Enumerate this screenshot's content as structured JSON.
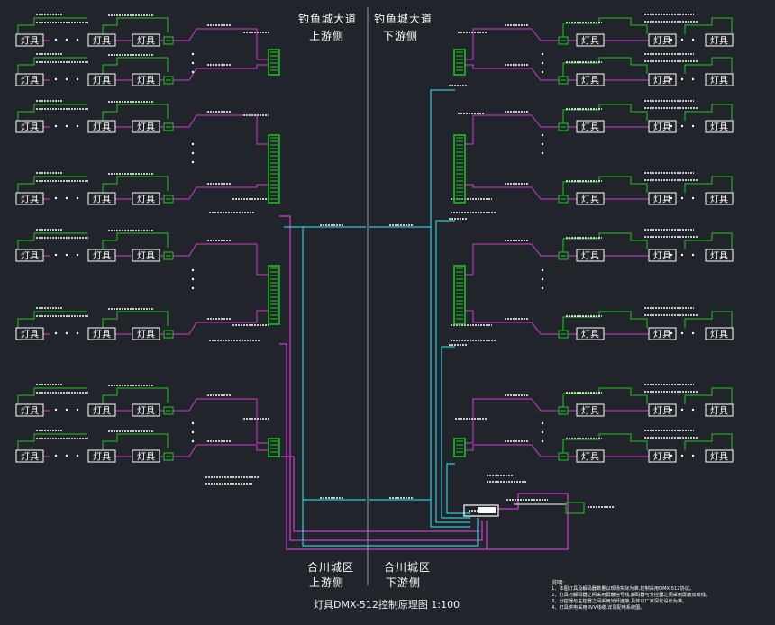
{
  "roads": {
    "top_left_line1": "钓鱼城大道",
    "top_left_line2": "上游侧",
    "top_right_line1": "钓鱼城大道",
    "top_right_line2": "下游侧",
    "bottom_left_line1": "合川城区",
    "bottom_left_line2": "上游侧",
    "bottom_right_line1": "合川城区",
    "bottom_right_line2": "下游侧"
  },
  "fixture_label": "灯具",
  "ellipsis": "• • •",
  "drawing_title": "灯具DMX-512控制原理图  1:100",
  "notes": {
    "title": "说明:",
    "items": [
      "1、本图灯具及解码器数量以现场实际为准,控制采用DMX-512协议。",
      "2、灯具与解码器之间采用屏蔽信号线,解码器与分控器之间采用屏蔽双绞线。",
      "3、分控器与主控器之间采用光纤连接,具体以厂家深化设计为准。",
      "4、灯具供电采用RVV线缆,详见配电系统图。"
    ]
  },
  "colors": {
    "background": "#21252b",
    "signal": "#d43bd4",
    "power": "#1ec81e",
    "trunk": "#2fc8d8",
    "device": "#ffffff",
    "centerline": "#9aa0a8"
  }
}
